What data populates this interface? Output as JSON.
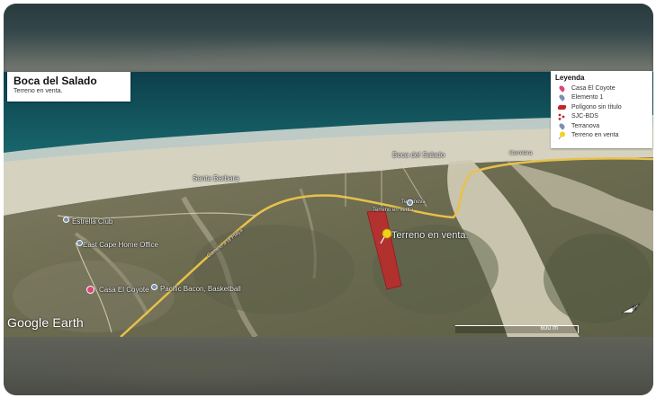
{
  "title_box": {
    "title": "Boca del Salado",
    "subtitle": "Terreno en venta."
  },
  "legend": {
    "title": "Leyenda",
    "items": [
      {
        "label": "Casa El Coyote",
        "icon": "pink-pin-icon",
        "color": "#d9477a"
      },
      {
        "label": "Elemento 1",
        "icon": "gray-pin-icon",
        "color": "#7b8fb0"
      },
      {
        "label": "Polígono sin título",
        "icon": "red-polygon-icon",
        "color": "#c0282a"
      },
      {
        "label": "SJC-BDS",
        "icon": "red-dots-icon",
        "color": "#c0282a"
      },
      {
        "label": "Terranova",
        "icon": "gray-pin-icon",
        "color": "#7b8fb0"
      },
      {
        "label": "Terreno en venta",
        "icon": "yellow-pushpin-icon",
        "color": "#f2d21b"
      }
    ]
  },
  "map_labels": {
    "boca": "Boca del Salado",
    "santa_barbara": "Santa Barbara",
    "terranova": "Terranova",
    "terreno_small": "Terreno en venta",
    "terreno_big": "Terreno en venta.",
    "casa_coyote": "Casa El Coyote",
    "east_cape": "East Cape Home Office",
    "bbq": "Pacific Bacon, Basketball",
    "estrella": "Estrella Club",
    "road": "Camino a la Playa",
    "carretera": "Carretera"
  },
  "footer": {
    "brand": "Google Earth",
    "scale": "600 m",
    "compass": "N"
  },
  "colors": {
    "ocean": "#0f4a55",
    "beach": "#d8d5c5",
    "polygon": "#c0282a",
    "road": "#e8c14a"
  }
}
